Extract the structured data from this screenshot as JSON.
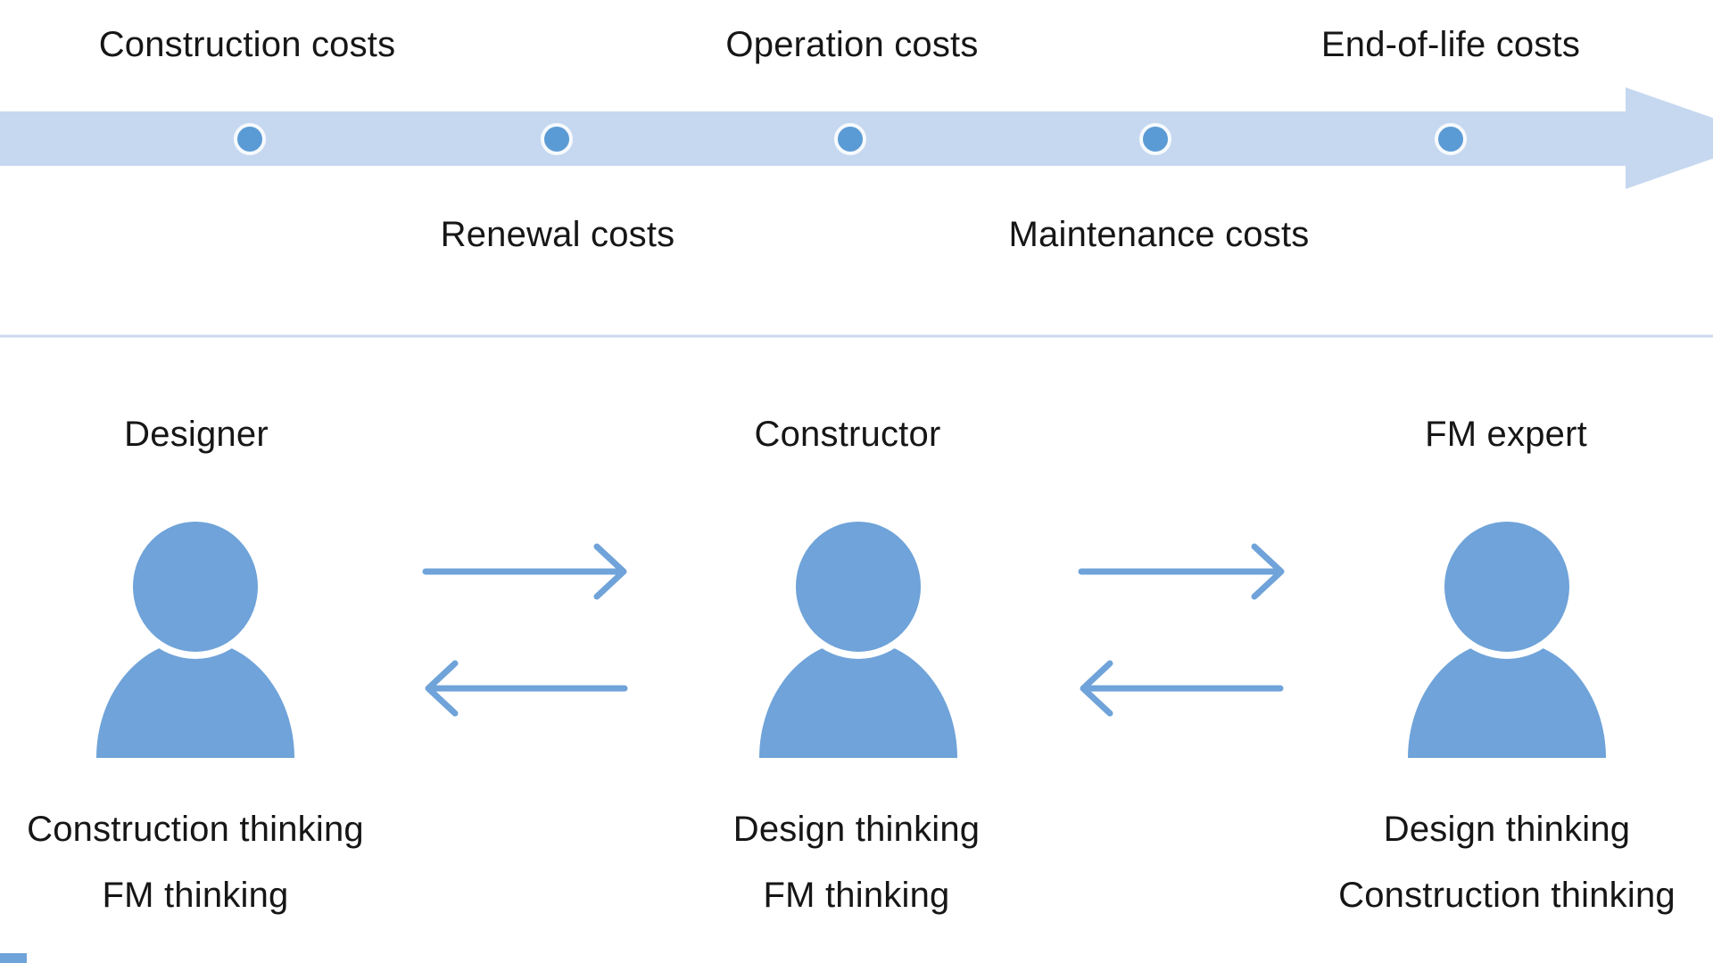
{
  "colors": {
    "background": "#ffffff",
    "band": "#c6d8f0",
    "dot": "#5b9bd5",
    "dot_ring": "#f7fafd",
    "figure": "#6fa3d9",
    "arrow": "#6fa3d9",
    "divider": "#ccdaee",
    "text": "#161616"
  },
  "timeline": {
    "milestones": [
      {
        "label": "Construction costs",
        "side": "above"
      },
      {
        "label": "Renewal costs",
        "side": "below"
      },
      {
        "label": "Operation costs",
        "side": "above"
      },
      {
        "label": "Maintenance costs",
        "side": "below"
      },
      {
        "label": "End-of-life costs",
        "side": "above"
      }
    ]
  },
  "actors": [
    {
      "role": "Designer",
      "thinking": [
        "Construction thinking",
        "FM thinking"
      ]
    },
    {
      "role": "Constructor",
      "thinking": [
        "Design thinking",
        "FM thinking"
      ]
    },
    {
      "role": "FM expert",
      "thinking": [
        "Design thinking",
        "Construction thinking"
      ]
    }
  ]
}
